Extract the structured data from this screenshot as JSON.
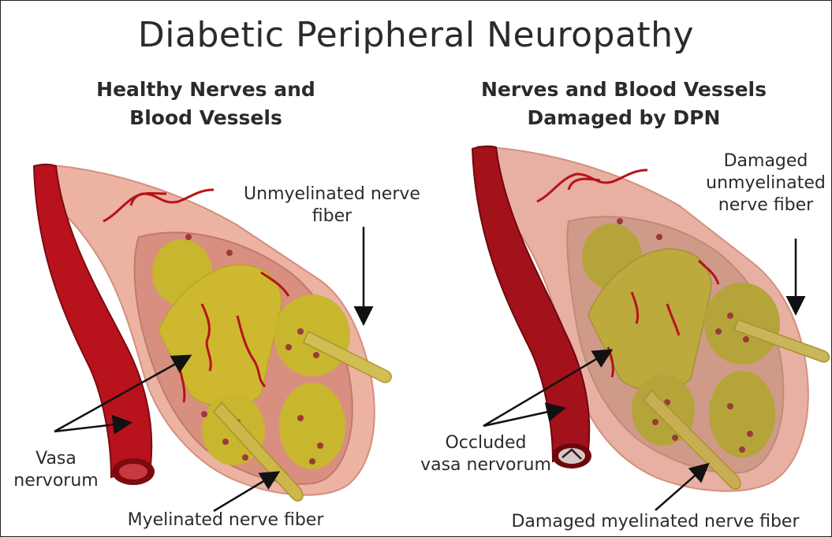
{
  "title": "Diabetic Peripheral Neuropathy",
  "left_panel": {
    "heading_line1": "Healthy Nerves and",
    "heading_line2": "Blood Vessels",
    "label_unmyelinated_line1": "Unmyelinated nerve",
    "label_unmyelinated_line2": "fiber",
    "label_vasa_line1": "Vasa",
    "label_vasa_line2": "nervorum",
    "label_myelinated": "Myelinated nerve fiber"
  },
  "right_panel": {
    "heading_line1": "Nerves and Blood Vessels",
    "heading_line2": "Damaged by DPN",
    "label_damaged_unmyelinated_line1": "Damaged",
    "label_damaged_unmyelinated_line2": "unmyelinated",
    "label_damaged_unmyelinated_line3": "nerve fiber",
    "label_occluded_line1": "Occluded",
    "label_occluded_line2": "vasa nervorum",
    "label_damaged_myelinated": "Damaged myelinated nerve fiber"
  },
  "colors": {
    "vessel": "#b8121c",
    "vessel_dark": "#7d0a10",
    "sheath": "#ecb3a2",
    "sheath_edge": "#d48f7e",
    "fascicle": "#c8b62e",
    "fascicle_damaged": "#b5a43a",
    "dot": "#9b3a3a",
    "text": "#2b2b2b"
  }
}
